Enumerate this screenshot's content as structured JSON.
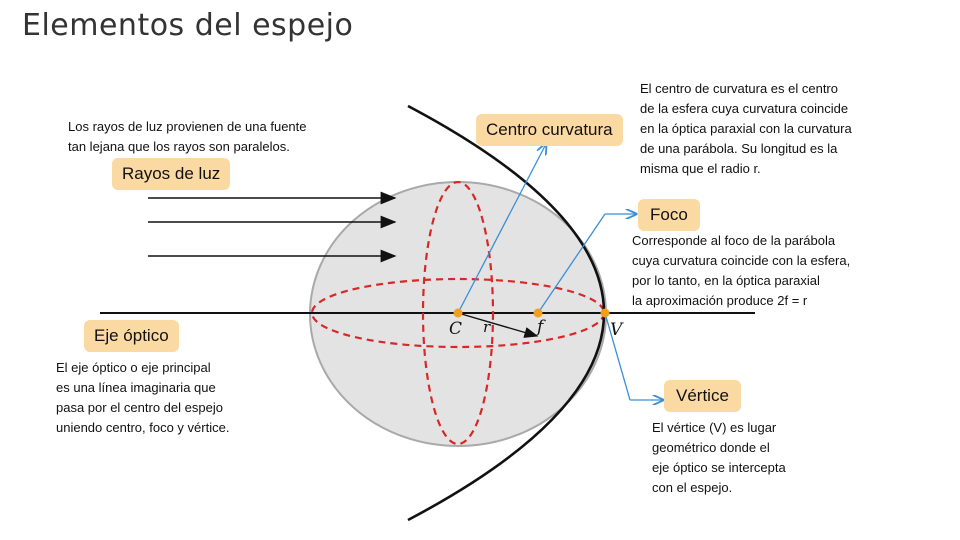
{
  "title": "Elementos del espejo",
  "labels": {
    "rayos": "Rayos de luz",
    "centro": "Centro curvatura",
    "foco": "Foco",
    "eje": "Eje óptico",
    "vertice": "Vértice"
  },
  "notes": {
    "rayos": [
      "Los rayos de luz provienen de una fuente",
      "tan lejana que los rayos son paralelos."
    ],
    "centro": [
      "El centro de curvatura es el centro",
      "de la esfera cuya curvatura coincide",
      "en la óptica paraxial con la curvatura",
      "de una parábola. Su longitud es la",
      "misma que el radio r."
    ],
    "foco": [
      "Corresponde al foco de la parábola",
      "cuya curvatura coincide con la esfera,",
      "por lo tanto, en la óptica paraxial",
      "la aproximación produce  2f = r"
    ],
    "eje": [
      "El eje óptico o eje principal",
      "es una línea imaginaria que",
      "pasa por el centro del espejo",
      "uniendo centro, foco y vértice."
    ],
    "vertice": [
      "El vértice (V) es lugar",
      "geométrico donde el",
      "eje óptico se intercepta",
      "con el espejo."
    ]
  },
  "points": {
    "C": "C",
    "r": "r",
    "f": "f",
    "V": "V"
  },
  "colors": {
    "tag_bg": "#fbd9a3",
    "dash": "#d62828",
    "pointer": "#3a8fd6",
    "sphere": "#e3e3e3",
    "point": "#f0a020"
  }
}
